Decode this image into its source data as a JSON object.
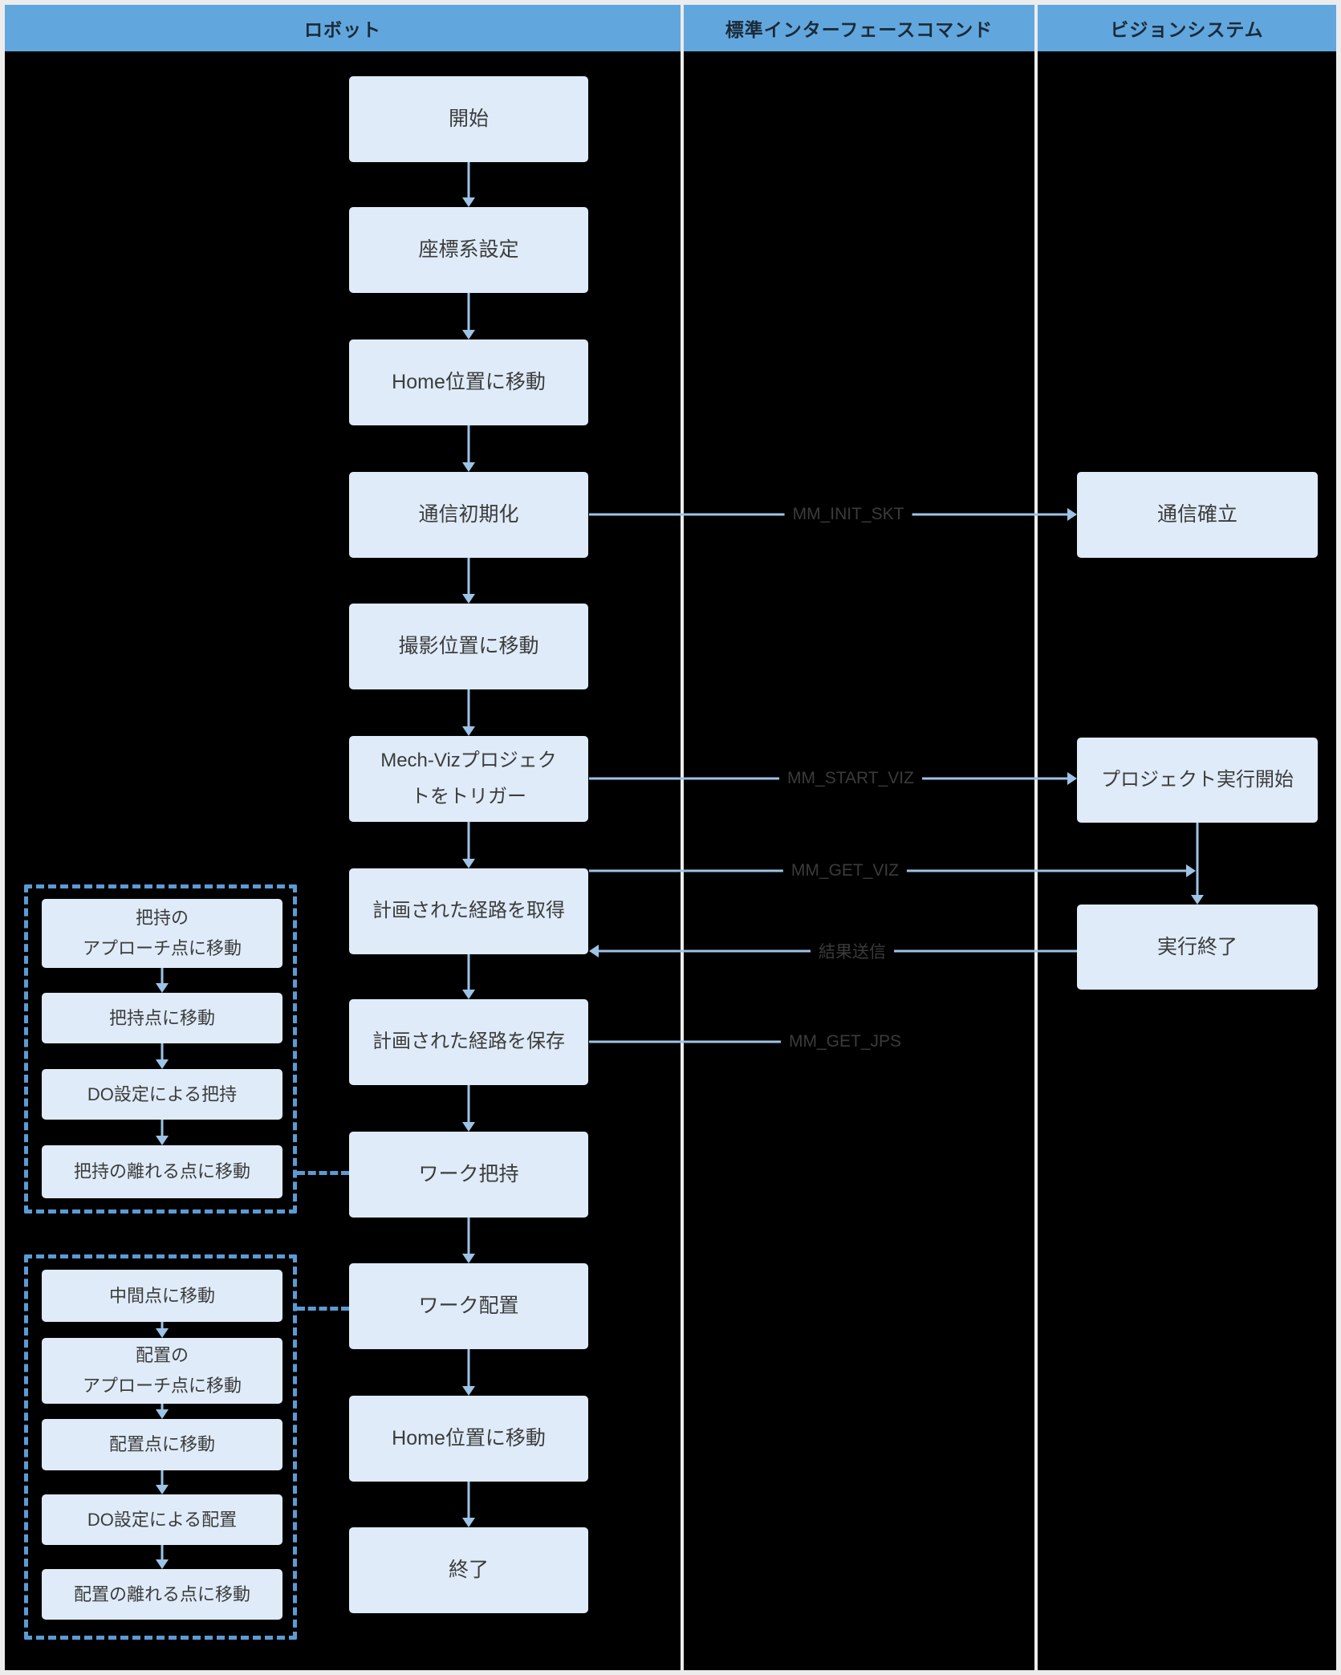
{
  "header": {
    "lanes": [
      "ロボット",
      "標準インターフェースコマンド",
      "ビジョンシステム"
    ]
  },
  "robot_flow": {
    "start": "開始",
    "set_coord": "座標系設定",
    "home1": "Home位置に移動",
    "comm_init": "通信初期化",
    "move_capture": "撮影位置に移動",
    "trigger_viz": "Mech-Vizプロジェク\nトをトリガー",
    "get_path": "計画された経路を取得",
    "save_path": "計画された経路を保存",
    "grasp": "ワーク把持",
    "place": "ワーク配置",
    "home2": "Home位置に移動",
    "end": "終了"
  },
  "vision": {
    "comm_established": "通信確立",
    "project_start": "プロジェクト実行開始",
    "execution_end": "実行終了"
  },
  "commands": {
    "init_skt": "MM_INIT_SKT",
    "start_viz": "MM_START_VIZ",
    "get_viz": "MM_GET_VIZ",
    "send_result": "結果送信",
    "get_jps": "MM_GET_JPS"
  },
  "grasp_group": {
    "approach": "把持の\nアプローチ点に移動",
    "grasp_point": "把持点に移動",
    "do_grasp": "DO設定による把持",
    "depart": "把持の離れる点に移動"
  },
  "place_group": {
    "intermediate": "中間点に移動",
    "approach": "配置の\nアプローチ点に移動",
    "place_point": "配置点に移動",
    "do_place": "DO設定による配置",
    "depart": "配置の離れる点に移動"
  },
  "colors": {
    "background": "#000000",
    "frame": "#ECECEC",
    "header_fill": "#61A7DD",
    "header_text": "#1B2A38",
    "box_fill": "#DFEBF8",
    "box_text": "#3C3C3C",
    "arrow": "#9DC3E6",
    "dashed_border": "#5B9BD5",
    "command_label_text": "#3B3B3B"
  }
}
